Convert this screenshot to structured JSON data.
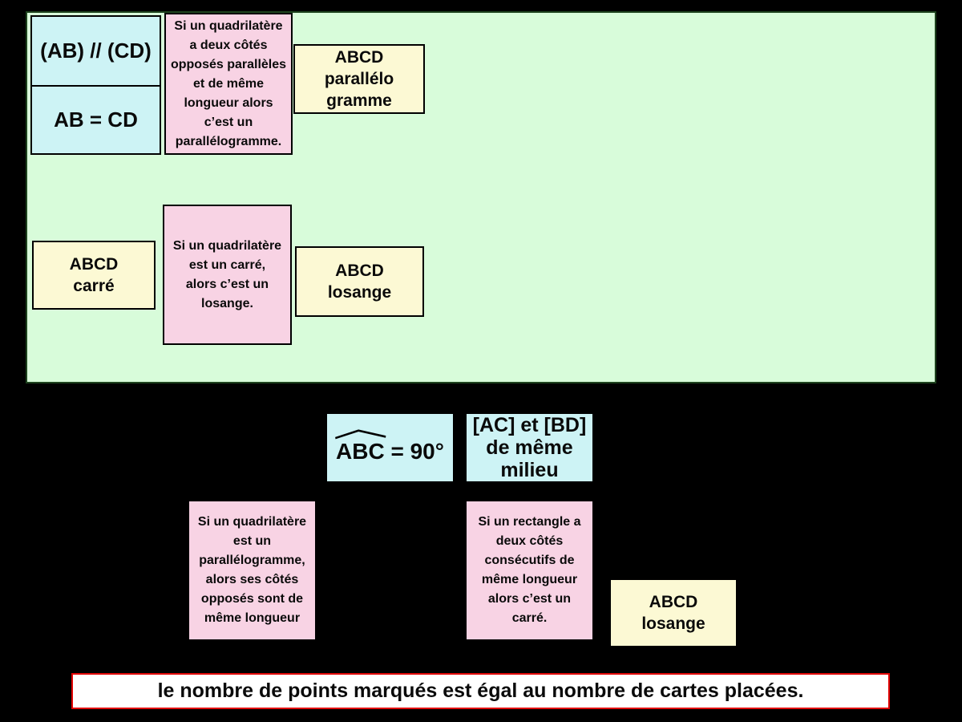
{
  "colors": {
    "page_bg": "#000000",
    "board_bg": "#d8fcda",
    "board_border": "#1e431e",
    "hypothesis_bg": "#cdf3f5",
    "property_bg": "#f8d3e4",
    "conclusion_bg": "#fcf9d4",
    "card_border": "#000000",
    "banner_border": "#e10000",
    "banner_bg": "#ffffff",
    "text_color": "#0a0a0a"
  },
  "board": {
    "hypothesis_parallel": {
      "top": "(AB) // (CD)",
      "bottom": "AB = CD"
    },
    "property_parallelogramme": "Si un quadrilatère\na deux côtés\nopposés parallèles\net de même\nlongueur alors\nc’est un\nparallélogramme.",
    "conclusion_parallelogramme": "ABCD\nparallélo\ngramme",
    "hypothesis_carre": "ABCD\ncarré",
    "property_carre_losange": "Si un quadrilatère\nest un carré,\nalors c’est un\nlosange.",
    "conclusion_losange": "ABCD\nlosange"
  },
  "tray": {
    "angle_card": {
      "angle": "ABC",
      "equals": " = 90°"
    },
    "diagonals_card": "[AC] et [BD]\nde même\nmilieu",
    "property_cotes_opposes": "Si un quadrilatère\nest un\nparallélogramme,\nalors ses côtés\nopposés sont de\nmême longueur",
    "property_rectangle_carre": "Si un rectangle a\ndeux côtés\nconsécutifs de\nmême longueur\nalors c’est un\ncarré.",
    "conclusion_losange": "ABCD\nlosange"
  },
  "banner": {
    "text": "le nombre de points marqués est égal au nombre de cartes placées."
  }
}
